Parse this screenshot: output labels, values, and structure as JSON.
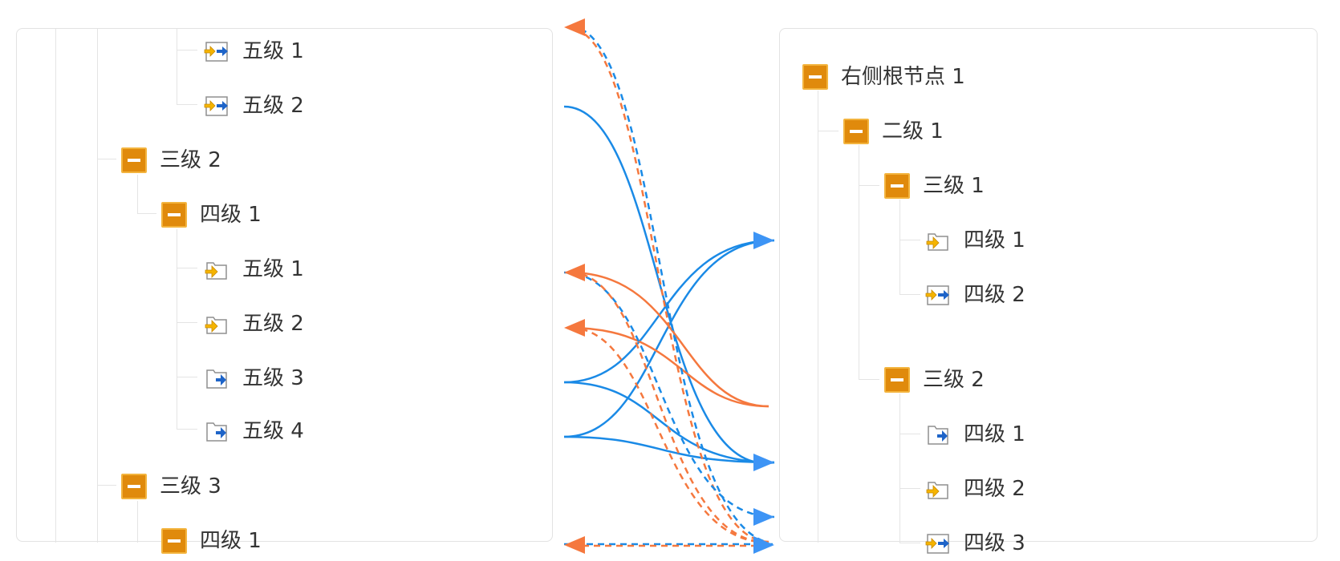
{
  "left_tree": {
    "nodes": [
      {
        "key": "l-5a",
        "label": "五级 1"
      },
      {
        "key": "l-5b",
        "label": "五级 2"
      },
      {
        "key": "l-3b",
        "label": "三级 2"
      },
      {
        "key": "l-4a",
        "label": "四级 1"
      },
      {
        "key": "l-5c",
        "label": "五级 1"
      },
      {
        "key": "l-5d",
        "label": "五级 2"
      },
      {
        "key": "l-5e",
        "label": "五级 3"
      },
      {
        "key": "l-5f",
        "label": "五级 4"
      },
      {
        "key": "l-3c",
        "label": "三级 3"
      },
      {
        "key": "l-4b",
        "label": "四级 1"
      }
    ]
  },
  "right_tree": {
    "nodes": [
      {
        "key": "r-root",
        "label": "右侧根节点 1"
      },
      {
        "key": "r-2a",
        "label": "二级 1"
      },
      {
        "key": "r-3a",
        "label": "三级 1"
      },
      {
        "key": "r-4a",
        "label": "四级 1"
      },
      {
        "key": "r-4b",
        "label": "四级 2"
      },
      {
        "key": "r-3b",
        "label": "三级 2"
      },
      {
        "key": "r-4c",
        "label": "四级 1"
      },
      {
        "key": "r-4d",
        "label": "四级 2"
      },
      {
        "key": "r-4e",
        "label": "四级 3"
      }
    ]
  },
  "colors": {
    "blue_link": "#1a8ae6",
    "blue_arrow": "#3d94f5",
    "orange_link": "#f5783e",
    "toggle_fill": "#e08a0c",
    "toggle_border": "#f3b43e",
    "tree_line": "#e4e4e4",
    "panel_border": "#e2e2e2"
  },
  "icons": {
    "toggle": "collapse-minus-icon",
    "in_node": "folder-in-arrow-icon",
    "out_node": "folder-out-arrow-icon",
    "both_node": "in-out-arrows-icon"
  }
}
